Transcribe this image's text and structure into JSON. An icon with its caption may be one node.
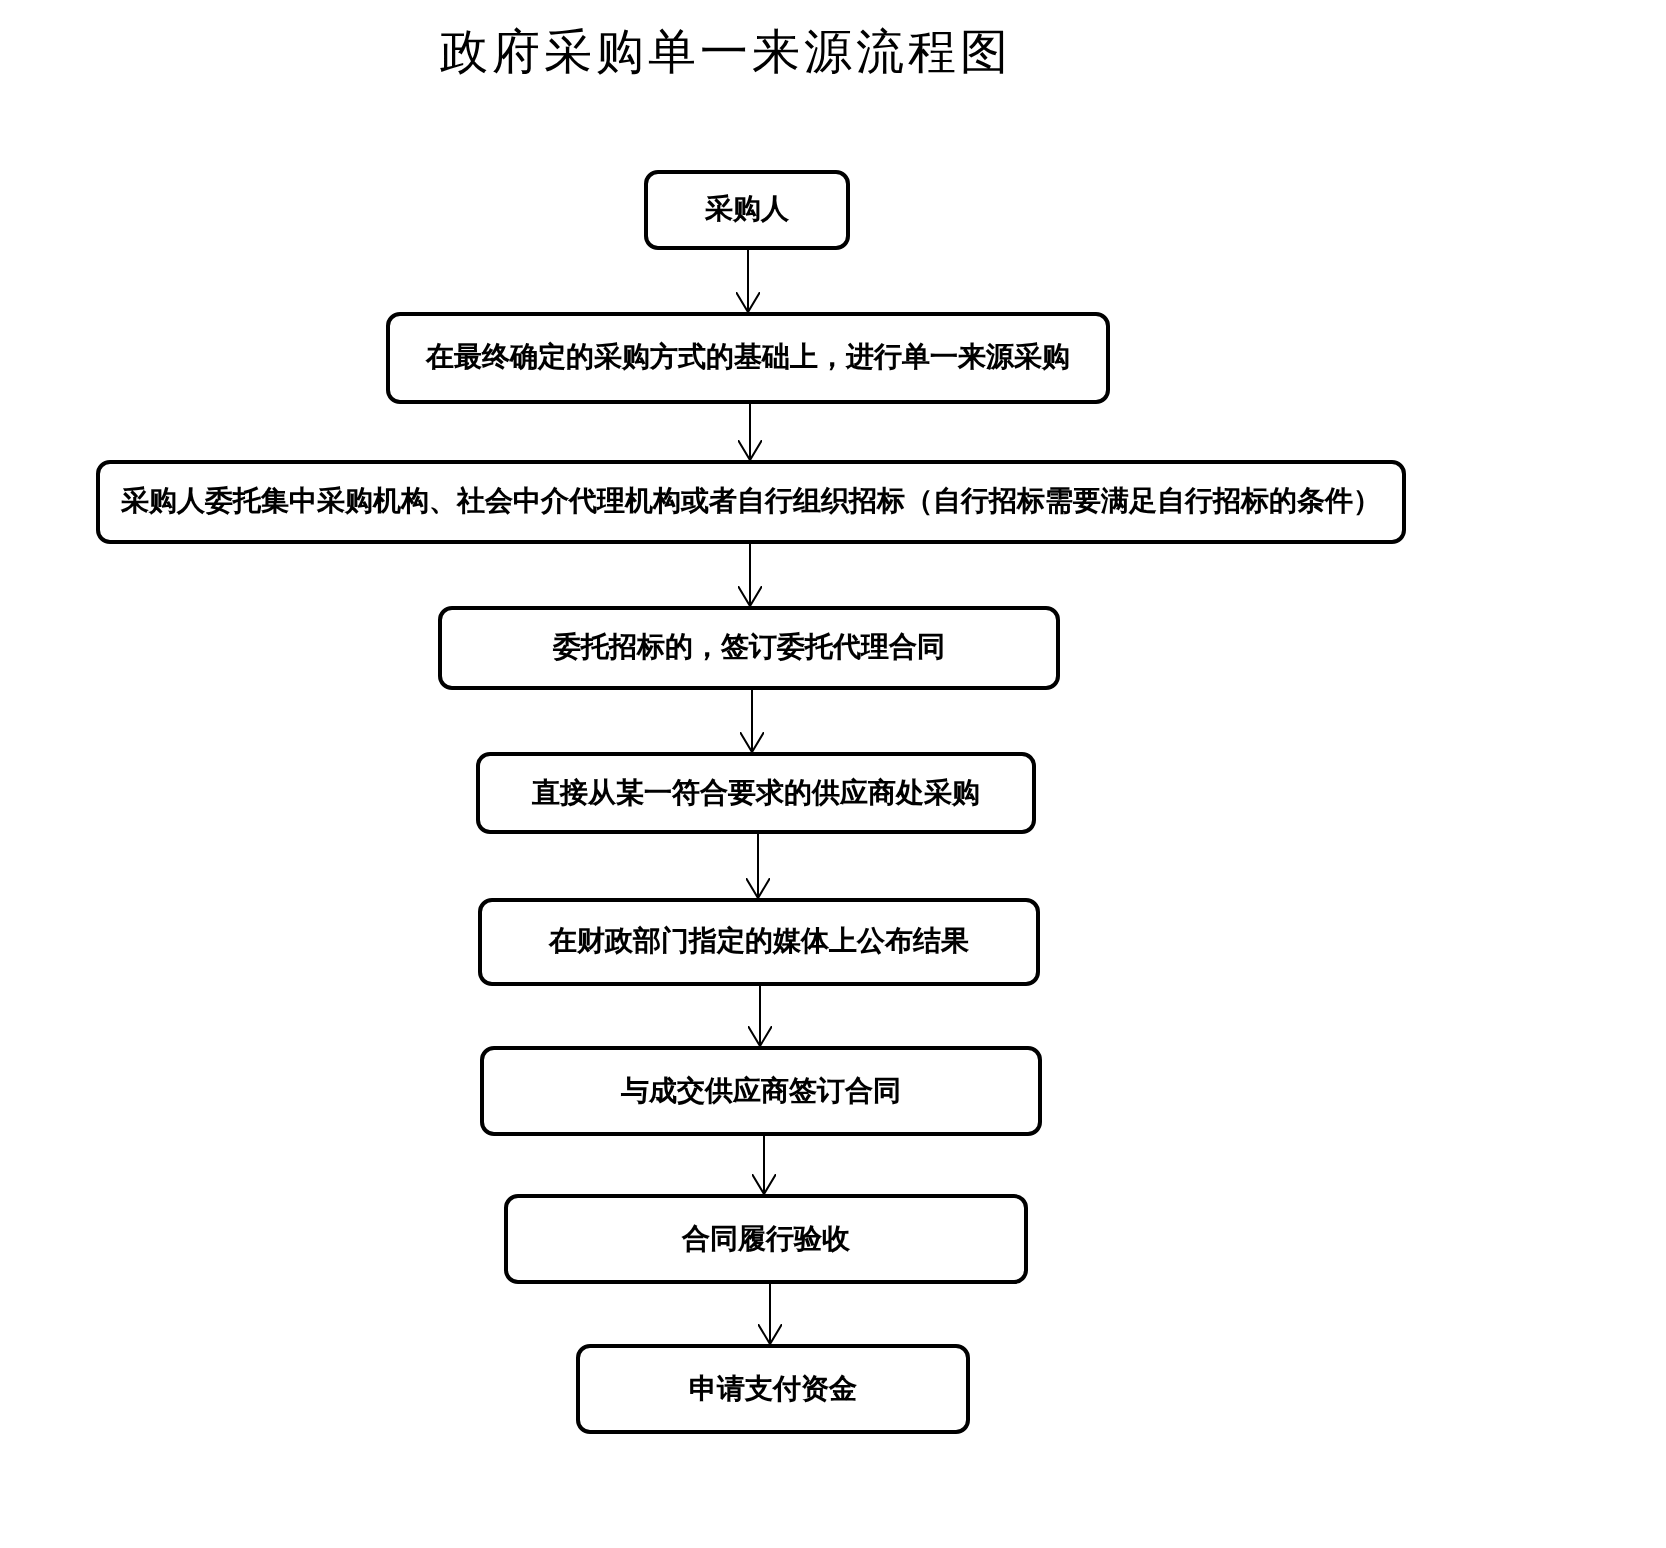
{
  "diagram": {
    "title": "政府采购单一来源流程图",
    "nodes": [
      {
        "text": [
          "采购人"
        ]
      },
      {
        "text": [
          "在最终确定的采购方式的基础上，进行单一来源采购"
        ]
      },
      {
        "text": [
          "采购人委托集中采购机构、社会中介代理机构或者自行组织招标（自行招标需要满足自行招标的条件）"
        ]
      },
      {
        "text": [
          "委托招标的，签订委托代理合同"
        ]
      },
      {
        "text": [
          "直接从某一符合要求的供应商处采购"
        ]
      },
      {
        "text": [
          "在财政部门指定的媒体上公布结果"
        ]
      },
      {
        "text": [
          "与成交供应商签订合同"
        ]
      },
      {
        "text": [
          "合同履行验收"
        ]
      },
      {
        "text": [
          "申请支付资金"
        ]
      }
    ],
    "edges": [
      {
        "from": 0,
        "to": 1,
        "arrow": "to"
      },
      {
        "from": 1,
        "to": 2,
        "arrow": "to"
      },
      {
        "from": 2,
        "to": 3,
        "arrow": "to"
      },
      {
        "from": 3,
        "to": 4,
        "arrow": "to"
      },
      {
        "from": 4,
        "to": 5,
        "arrow": "to"
      },
      {
        "from": 5,
        "to": 6,
        "arrow": "to"
      },
      {
        "from": 6,
        "to": 7,
        "arrow": "to"
      },
      {
        "from": 7,
        "to": 8,
        "arrow": "to"
      }
    ]
  }
}
